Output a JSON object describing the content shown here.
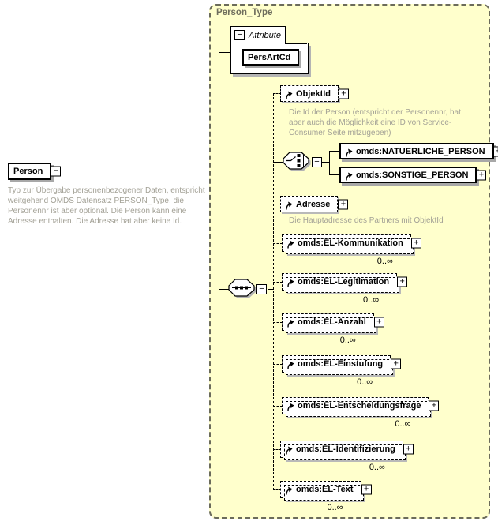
{
  "container": {
    "title": "Person_Type"
  },
  "root_element": {
    "label": "Person",
    "description": "Typ zur Übergabe personenbezogener Daten, entspricht weitgehend OMDS Datensatz PERSON_Type, die Personennr ist aber optional. Die Person kann eine Adresse enthalten. Die Adresse hat aber keine Id."
  },
  "attributes": {
    "section_label": "Attribute",
    "items": [
      {
        "name": "PersArtCd"
      }
    ]
  },
  "children": [
    {
      "label": "ObjektId",
      "description": "Die Id der Person (entspricht der Personennr, hat aber auch die Möglichkeit eine ID von Service-Consumer Seite mitzugeben)"
    },
    {
      "choice": {
        "options": [
          {
            "label": "omds:NATUERLICHE_PERSON"
          },
          {
            "label": "omds:SONSTIGE_PERSON"
          }
        ]
      }
    },
    {
      "label": "Adresse",
      "description": "Die Hauptadresse des Partners mit ObjektId"
    },
    {
      "label": "omds:EL-Kommunikation",
      "occurrence": "0..∞"
    },
    {
      "label": "omds:EL-Legitimation",
      "occurrence": "0..∞"
    },
    {
      "label": "omds:EL-Anzahl",
      "occurrence": "0..∞"
    },
    {
      "label": "omds:EL-Einstufung",
      "occurrence": "0..∞"
    },
    {
      "label": "omds:EL-Entscheidungsfrage",
      "occurrence": "0..∞"
    },
    {
      "label": "omds:EL-Identifizierung",
      "occurrence": "0..∞"
    },
    {
      "label": "omds:EL-Text",
      "occurrence": "0..∞"
    }
  ],
  "icons": {
    "expand_glyph": "+",
    "collapse_glyph": "−"
  },
  "colors": {
    "container_bg": "#ffffcc",
    "container_border": "#6b6b5b",
    "title_text": "#6f6e5d",
    "annotation_text": "#a3a196",
    "box_shadow": "#b4b4b4"
  }
}
